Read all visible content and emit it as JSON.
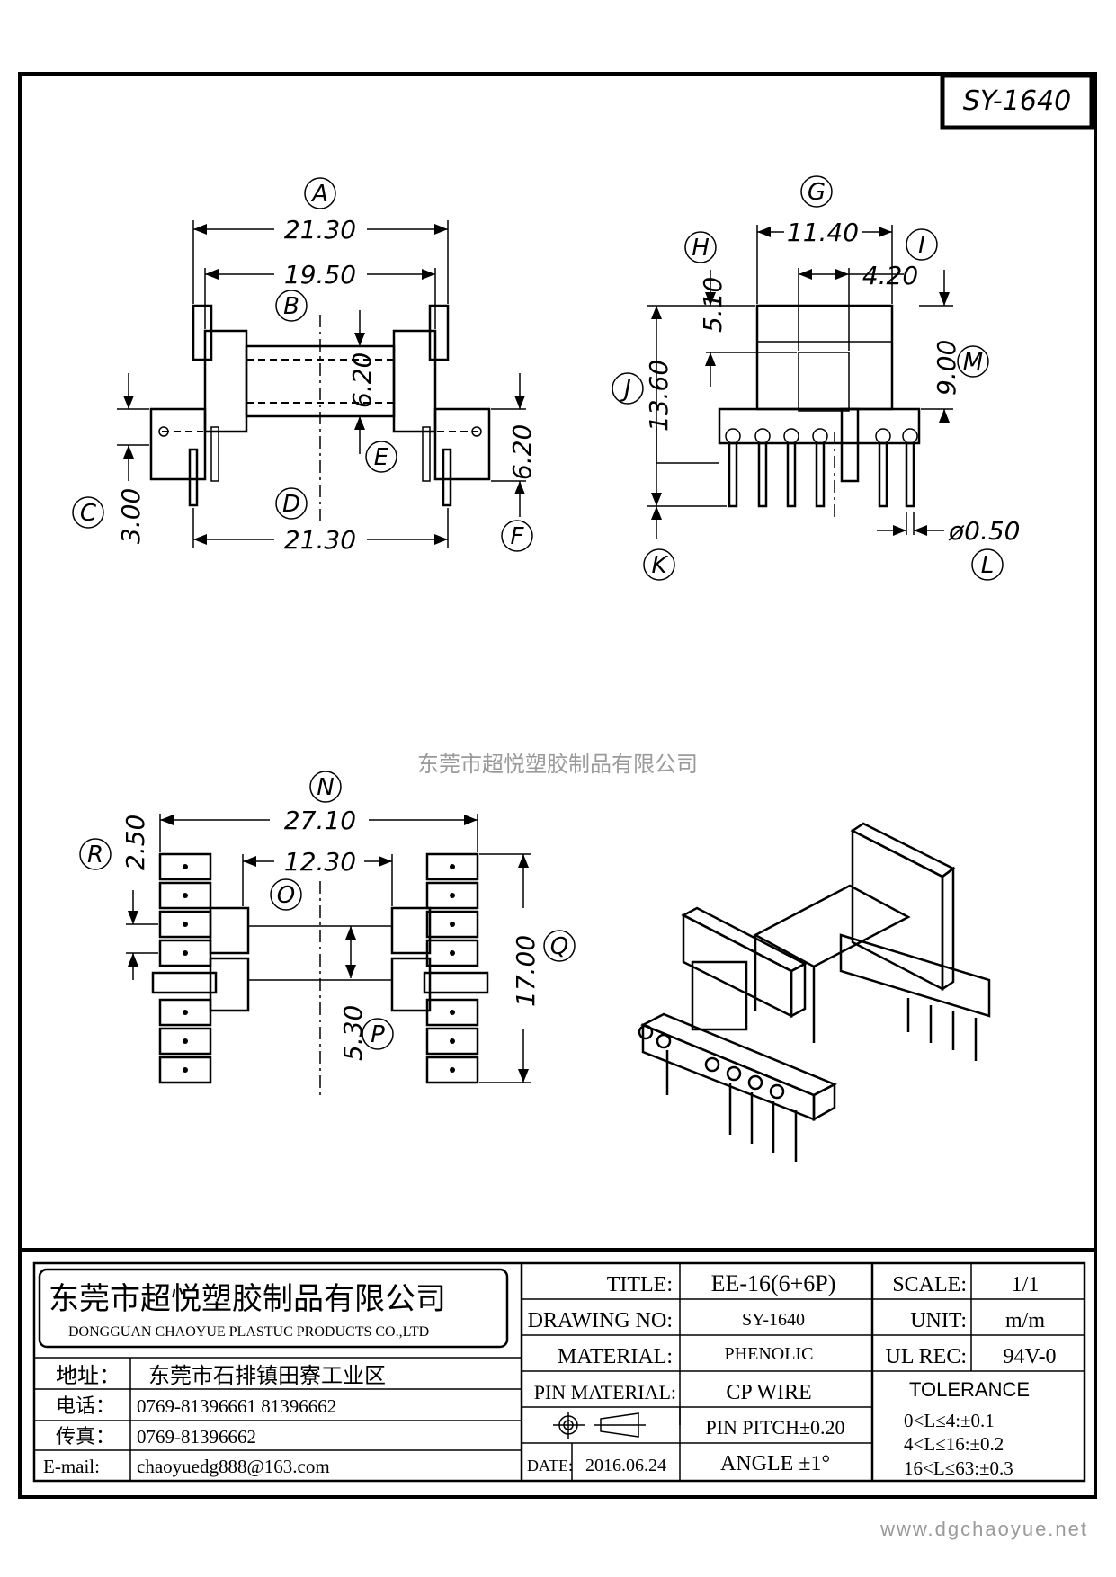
{
  "drawing_id": "SY-1640",
  "watermark": "东莞市超悦塑胶制品有限公司",
  "footer_url": "www.dgchaoyue.net",
  "views": {
    "top": {
      "A": "21.30",
      "B": "19.50",
      "B_inner": "6.20",
      "D": "21.30",
      "C": "3.00",
      "F": "6.20"
    },
    "side": {
      "G": "11.40",
      "H": "5.10",
      "I": "4.20",
      "M": "9.00",
      "J": "13.60",
      "L": "ø0.50"
    },
    "bottom": {
      "N": "27.10",
      "O": "12.30",
      "R": "2.50",
      "Q": "17.00",
      "P": "5.30"
    }
  },
  "callouts": [
    "A",
    "B",
    "C",
    "D",
    "E",
    "F",
    "G",
    "H",
    "I",
    "J",
    "K",
    "L",
    "M",
    "N",
    "O",
    "P",
    "Q",
    "R"
  ],
  "company": {
    "name_cn": "东莞市超悦塑胶制品有限公司",
    "name_en": "DONGGUAN CHAOYUE PLASTUC PRODUCTS CO.,LTD",
    "address_label": "地址：",
    "address": "东莞市石排镇田寮工业区",
    "phone_label": "电话：",
    "phone": "0769-81396661   81396662",
    "fax_label": "传真：",
    "fax": "0769-81396662",
    "email_label": "E-mail:",
    "email": "chaoyuedg888@163.com"
  },
  "spec": {
    "title_label": "TITLE:",
    "title": "EE-16(6+6P)",
    "drawing_no_label": "DRAWING NO:",
    "drawing_no": "SY-1640",
    "material_label": "MATERIAL:",
    "material": "PHENOLIC",
    "pin_material_label": "PIN MATERIAL:",
    "pin_material": "CP WIRE",
    "date_label": "DATE:",
    "date": "2016.06.24",
    "pin_pitch": "PIN PITCH±0.20",
    "angle": "ANGLE  ±1°",
    "scale_label": "SCALE:",
    "scale": "1/1",
    "unit_label": "UNIT:",
    "unit": "m/m",
    "ul_label": "UL REC:",
    "ul": "94V-0",
    "tolerance_label": "TOLERANCE",
    "tolerance": [
      "0<L≤4:±0.1",
      "4<L≤16:±0.2",
      "16<L≤63:±0.3"
    ]
  }
}
